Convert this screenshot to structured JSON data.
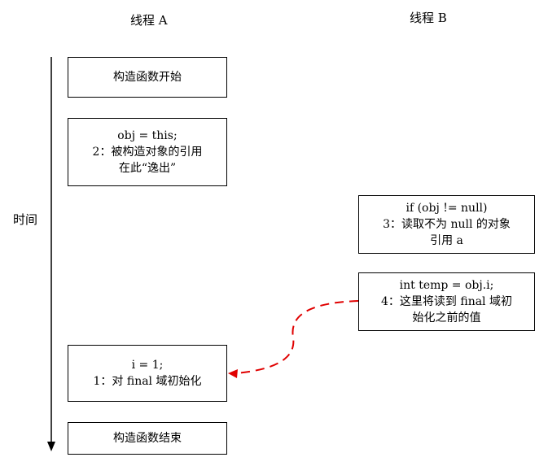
{
  "header": {
    "thread_a": "线程 A",
    "thread_b": "线程 B"
  },
  "time_axis": {
    "label": "时间"
  },
  "thread_a_boxes": [
    {
      "lines": [
        "构造函数开始"
      ]
    },
    {
      "lines": [
        "obj = this;",
        "2：被构造对象的引用",
        "在此“逸出”"
      ]
    },
    {
      "lines": [
        "i = 1;",
        "1：对 final 域初始化"
      ]
    },
    {
      "lines": [
        "构造函数结束"
      ]
    }
  ],
  "thread_b_boxes": [
    {
      "lines": [
        "if (obj != null)",
        "3：读取不为 null 的对象",
        "引用 a"
      ]
    },
    {
      "lines": [
        "int temp = obj.i;",
        "4：这里将读到 final 域初",
        "始化之前的值"
      ]
    }
  ],
  "colors": {
    "line": "#000000",
    "dashed_arrow": "#e00000"
  }
}
